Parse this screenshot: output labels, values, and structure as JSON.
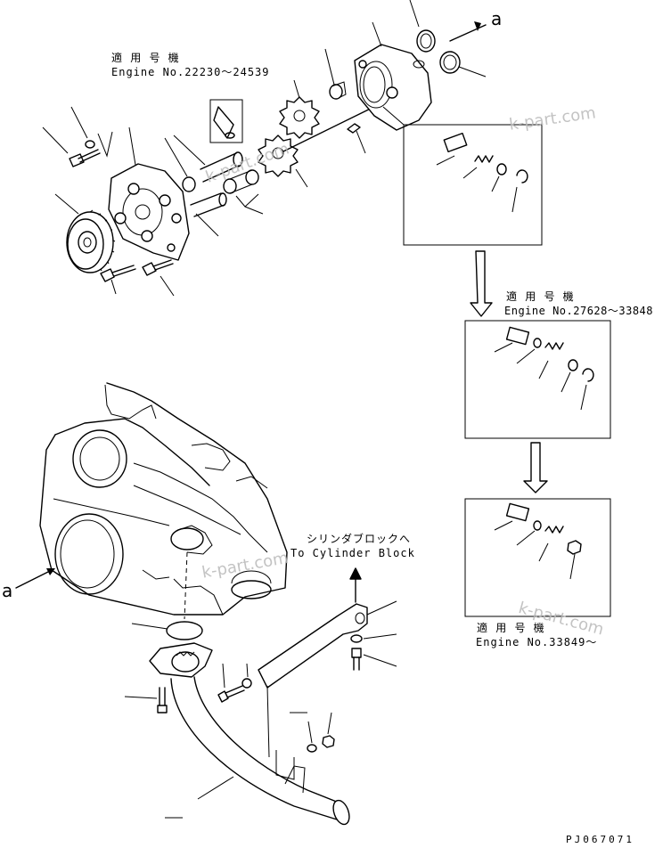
{
  "labels": {
    "applicable_jp_1": "適 用 号 機",
    "engine_range_1": "Engine No.22230〜24539",
    "applicable_jp_2": "適 用 号 機",
    "engine_range_2": "Engine No.27628〜33848",
    "applicable_jp_3": "適 用 号 機",
    "engine_range_3": "Engine No.33849〜",
    "to_block_jp": "シリンダブロックへ",
    "to_block_en": "To Cylinder Block",
    "ref_a_top": "a",
    "ref_a_left": "a"
  },
  "watermarks": [
    "k-part.com",
    "k-part.com",
    "k-part.com",
    "k-part.com"
  ],
  "drawing_code": "PJ067071"
}
